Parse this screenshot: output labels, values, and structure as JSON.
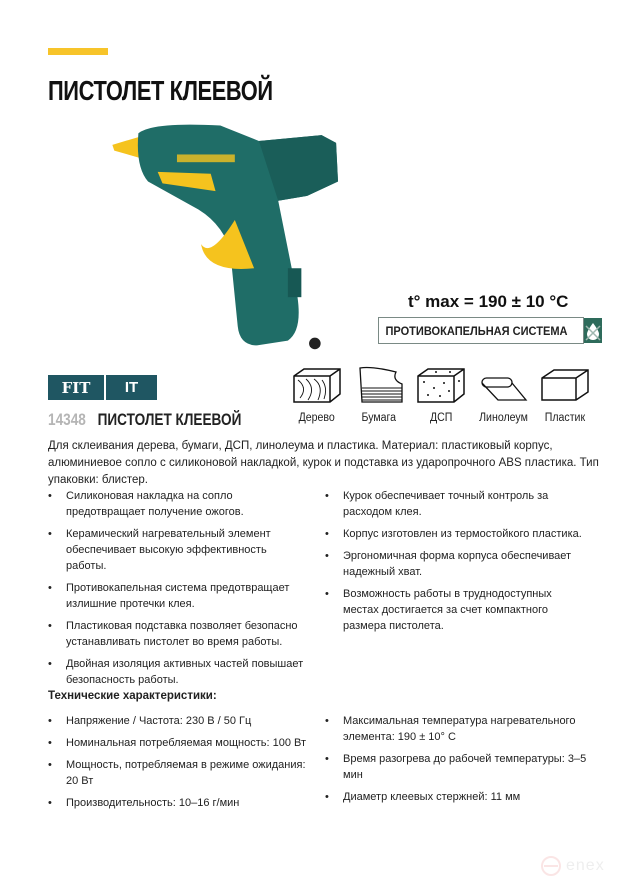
{
  "header": {
    "title": "ПИСТОЛЕТ КЛЕЕВОЙ",
    "accent_color": "#f7c42a"
  },
  "product": {
    "image_alt": "glue-gun",
    "temperature": "t° max = 190 ± 10 °C",
    "feature_badge": "ПРОТИВОКАПЕЛЬНАЯ СИСТЕМА",
    "feature_icon": "anti-drip-icon"
  },
  "brand": {
    "logo": "FIT",
    "line": "IT",
    "color": "#1f5662"
  },
  "item": {
    "sku": "14348",
    "name": "ПИСТОЛЕТ КЛЕЕВОЙ"
  },
  "materials": [
    {
      "label": "Дерево",
      "icon": "wood-icon"
    },
    {
      "label": "Бумага",
      "icon": "paper-icon"
    },
    {
      "label": "ДСП",
      "icon": "chipboard-icon"
    },
    {
      "label": "Линолеум",
      "icon": "linoleum-icon"
    },
    {
      "label": "Пластик",
      "icon": "plastic-icon"
    }
  ],
  "description": "Для склеивания дерева, бумаги, ДСП, линолеума и пластика. Материал: пластиковый корпус, алюминиевое сопло с силиконовой накладкой, курок и подставка из ударопрочного ABS пластика. Тип упаковки: блистер.",
  "features_left": [
    "Силиконовая накладка на сопло предотвращает получение ожогов.",
    "Керамический нагревательный элемент обеспечивает высокую эффективность работы.",
    "Противокапельная система предотвращает излишние протечки клея.",
    "Пластиковая подставка позволяет безопасно устанавливать пистолет во время работы.",
    "Двойная изоляция активных частей повышает безопасность работы."
  ],
  "features_right": [
    "Курок обеспечивает точный контроль за расходом клея.",
    "Корпус изготовлен из термостойкого пластика.",
    "Эргономичная форма корпуса обеспечивает надежный хват.",
    "Возможность работы в труднодоступных местах достигается за счет компактного размера пистолета."
  ],
  "specs": {
    "title": "Технические характеристики:",
    "left": [
      "Напряжение / Частота: 230 В / 50 Гц",
      "Номинальная потребляемая мощность: 100 Вт",
      "Мощность, потребляемая в режиме ожидания: 20 Вт",
      "Производительность: 10–16 г/мин"
    ],
    "right": [
      "Максимальная температура нагревательного элемента: 190 ± 10° С",
      "Время разогрева до рабочей температуры: 3–5 мин",
      "Диаметр клеевых стержней: 11 мм"
    ]
  },
  "watermark": "enex"
}
